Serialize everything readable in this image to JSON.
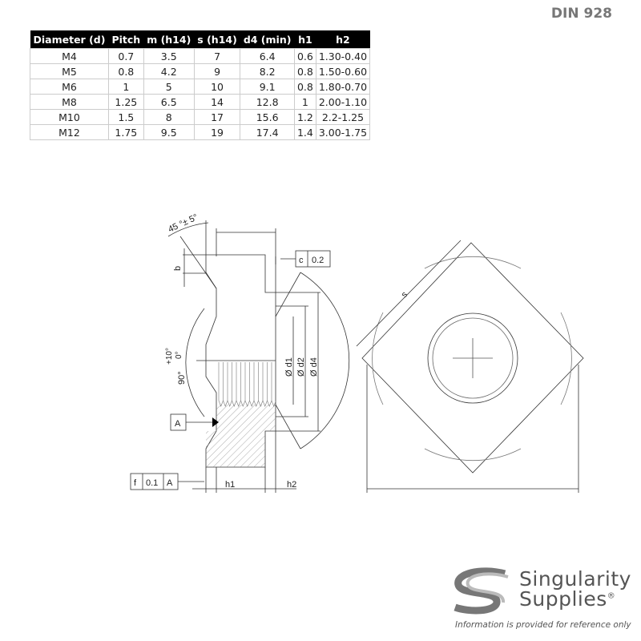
{
  "title": "DIN 928",
  "table": {
    "headers": [
      "Diameter (d)",
      "Pitch",
      "m (h14)",
      "s (h14)",
      "d4 (min)",
      "h1",
      "h2"
    ],
    "rows": [
      [
        "M4",
        "0.7",
        "3.5",
        "7",
        "6.4",
        "0.6",
        "1.30-0.40"
      ],
      [
        "M5",
        "0.8",
        "4.2",
        "9",
        "8.2",
        "0.8",
        "1.50-0.60"
      ],
      [
        "M6",
        "1",
        "5",
        "10",
        "9.1",
        "0.8",
        "1.80-0.70"
      ],
      [
        "M8",
        "1.25",
        "6.5",
        "14",
        "12.8",
        "1",
        "2.00-1.10"
      ],
      [
        "M10",
        "1.5",
        "8",
        "17",
        "15.6",
        "1.2",
        "2.2-1.25"
      ],
      [
        "M12",
        "1.75",
        "9.5",
        "19",
        "17.4",
        "1.4",
        "3.00-1.75"
      ]
    ]
  },
  "drawing": {
    "angle_chamfer": "45 °± 5°",
    "dim_b": "b",
    "tolerance_c": [
      "c",
      "0.2"
    ],
    "angle_90_main": "90°",
    "angle_90_tol_upper": "+10°",
    "angle_90_tol_lower": "0°",
    "dim_d1": "Ø d1",
    "dim_d2": "Ø d2",
    "dim_d4": "Ø d4",
    "datum_a": "A",
    "tolerance_f": [
      "f",
      "0.1",
      "A"
    ],
    "dim_h1": "h1",
    "dim_h2": "h2",
    "dim_s": "s"
  },
  "logo": {
    "line1": "Singularity",
    "line2": "Supplies",
    "registered": "®",
    "disclaimer": "Information is provided for reference only"
  }
}
